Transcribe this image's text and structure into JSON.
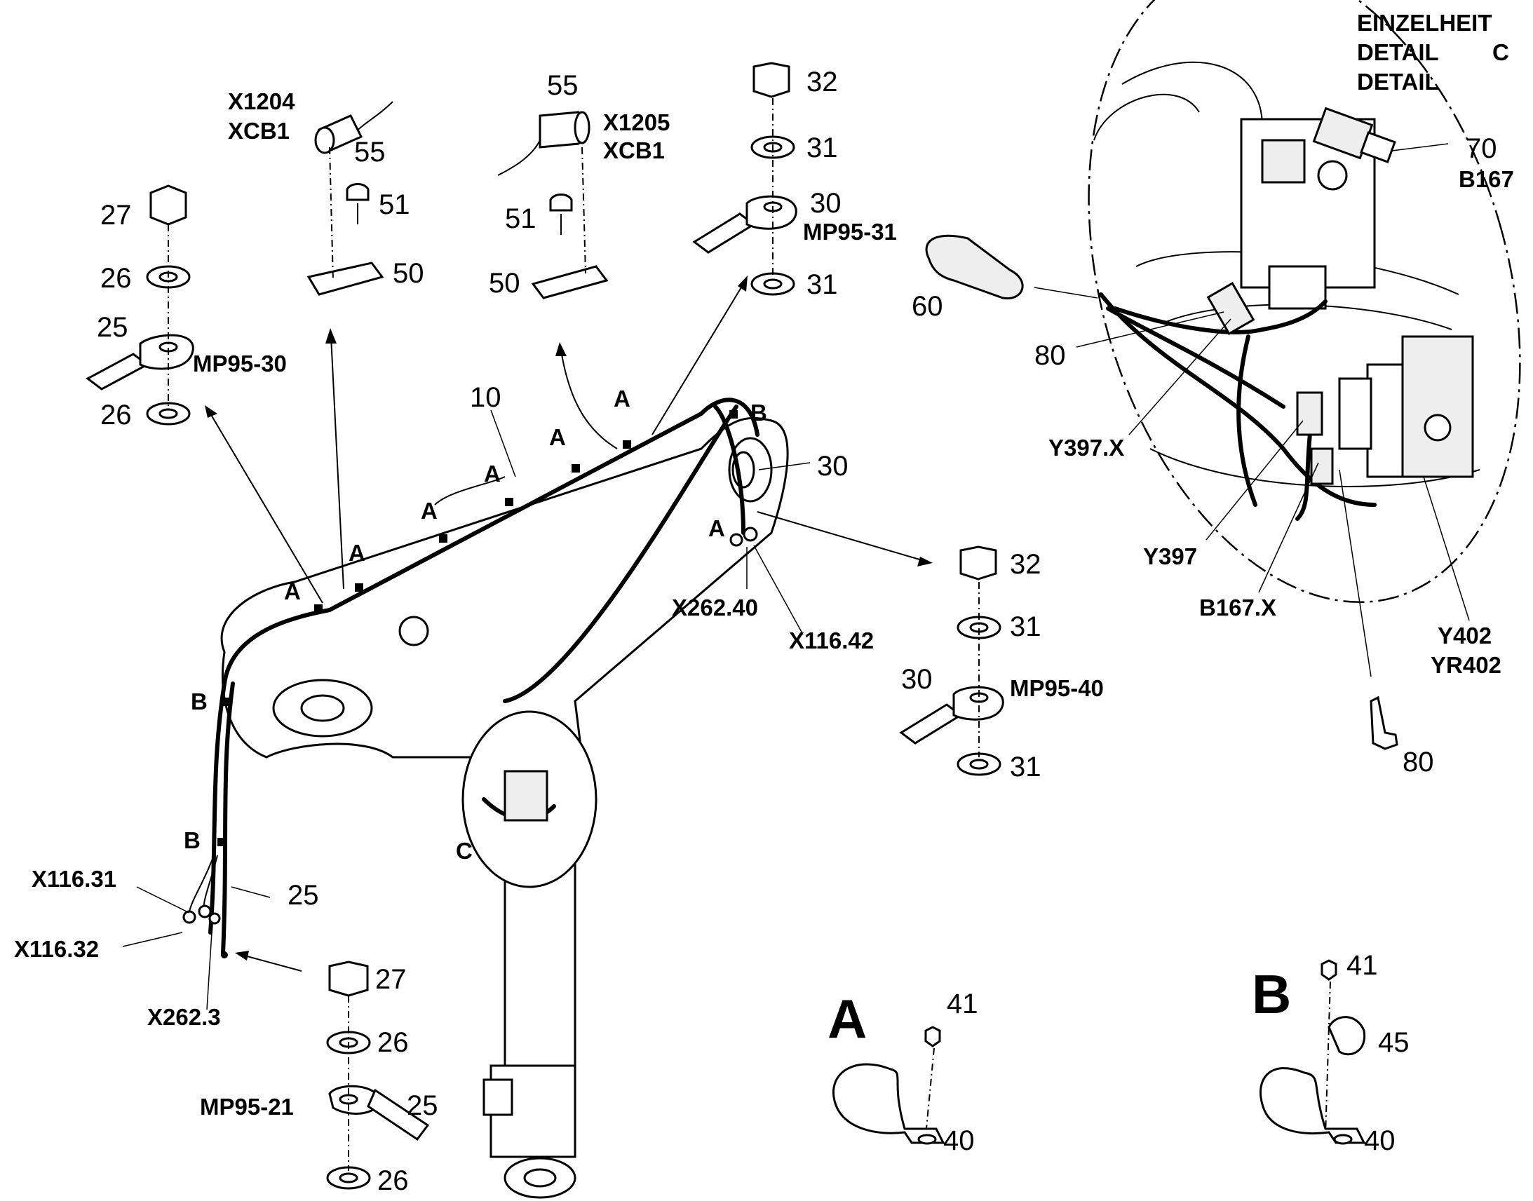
{
  "detail_header": {
    "line1": "EINZELHEIT",
    "line2": "DETAIL",
    "line2_letter": "C",
    "line3": "DETAIL"
  },
  "items": {
    "n10": "10",
    "n25a": "25",
    "n25b": "25",
    "n25c": "25",
    "n26a": "26",
    "n26b": "26",
    "n26c": "26",
    "n26d": "26",
    "n27a": "27",
    "n27b": "27",
    "n30a": "30",
    "n30b": "30",
    "n30c": "30",
    "n31a": "31",
    "n31b": "31",
    "n31c": "31",
    "n31d": "31",
    "n32a": "32",
    "n32b": "32",
    "n40a": "40",
    "n40b": "40",
    "n41a": "41",
    "n41b": "41",
    "n45": "45",
    "n50a": "50",
    "n50b": "50",
    "n51a": "51",
    "n51b": "51",
    "n55a": "55",
    "n55b": "55",
    "n60": "60",
    "n70": "70",
    "n80a": "80",
    "n80b": "80"
  },
  "refs": {
    "x1204": "X1204",
    "xcb1_a": "XCB1",
    "x1205": "X1205",
    "xcb1_b": "XCB1",
    "mp95_30": "MP95-30",
    "mp95_31": "MP95-31",
    "mp95_40": "MP95-40",
    "mp95_21": "MP95-21",
    "x262_40": "X262.40",
    "x116_42": "X116.42",
    "x116_31": "X116.31",
    "x116_32": "X116.32",
    "x262_3": "X262.3",
    "b167": "B167",
    "y397x": "Y397.X",
    "y397": "Y397",
    "b167x": "B167.X",
    "y402": "Y402",
    "yr402": "YR402"
  },
  "markers": {
    "a": "A",
    "b": "B",
    "c": "C"
  }
}
